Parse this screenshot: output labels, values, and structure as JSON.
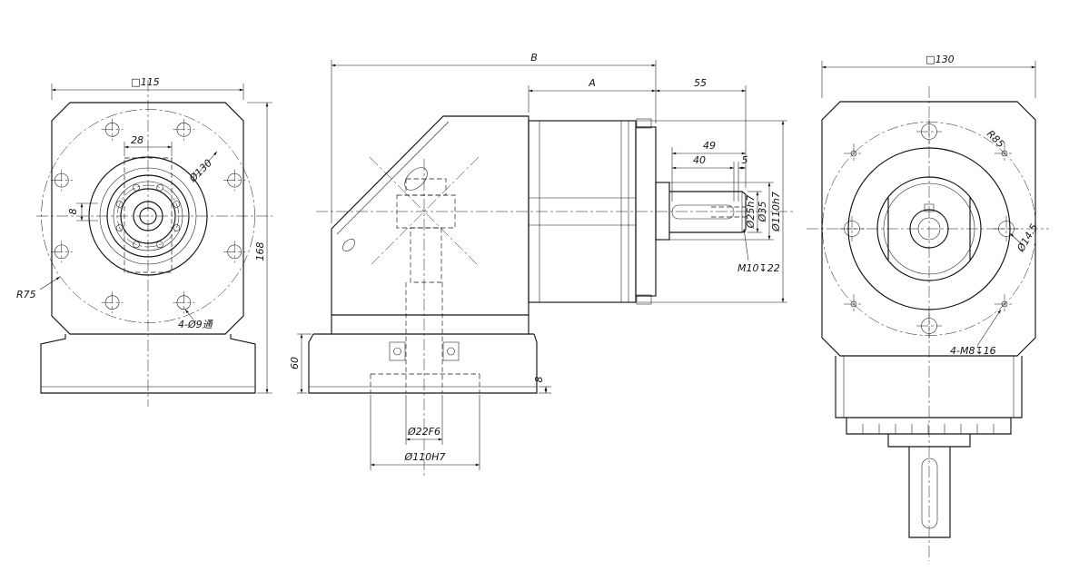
{
  "drawing": {
    "type": "engineering-orthographic-drawing",
    "subject": "right-angle planetary gearbox"
  },
  "labels": {
    "front": {
      "square": "□115",
      "bore_width": "28",
      "bolt_circle": "Ø130",
      "overall_height": "168",
      "corner_radius": "R75",
      "through_holes": "4-Ø9通",
      "key_width": "8"
    },
    "side": {
      "overall_length": "B",
      "body_length": "A",
      "shaft_section": "55",
      "key_total": "49",
      "key_flat": "40",
      "key_end": "5",
      "shaft_dia": "Ø25h7",
      "shoulder_dia": "Ø35",
      "pilot_dia": "Ø110h7",
      "tapped_end": "M10↧22",
      "foot_height": "60",
      "pad_thickness": "8",
      "bore": "Ø22F6",
      "spigot": "Ø110H7"
    },
    "rear": {
      "square": "□130",
      "radius": "R85",
      "hole_dia": "Ø14.5",
      "tapped_holes": "4-M8↧16"
    }
  }
}
